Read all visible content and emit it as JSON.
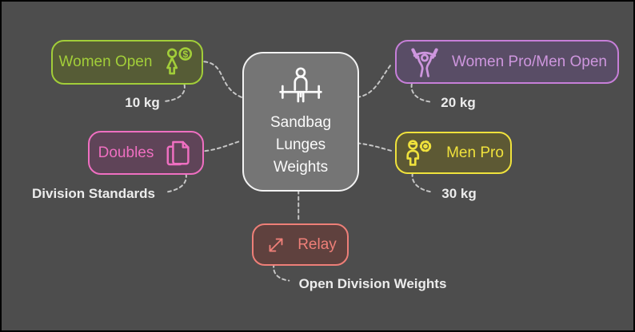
{
  "canvas": {
    "background": "#4d4d4d",
    "edge_color": "#c6c6c6",
    "edge_style": "dashed"
  },
  "center_node": {
    "label": "Sandbag Lunges Weights",
    "icon": "person-with-bar-icon",
    "fill": "#757575",
    "stroke": "#f2f2f2",
    "text_color": "#fafafa"
  },
  "branches": {
    "women_open": {
      "label": "Women Open",
      "value": "10 kg",
      "icon": "female-dollar-icon",
      "color": "#a2ce39",
      "fill": "#565c36"
    },
    "doubles": {
      "label": "Doubles",
      "value": "Division Standards",
      "icon": "copy-pages-icon",
      "color": "#ef6fc1",
      "fill": "#5f4458"
    },
    "women_pro_men_open": {
      "label": "Women Pro/Men Open",
      "value": "20 kg",
      "icon": "weightlifter-icon",
      "color": "#c77fd9",
      "fill": "#594d66"
    },
    "men_pro": {
      "label": "Men Pro",
      "value": "30 kg",
      "icon": "engineer-gear-icon",
      "color": "#f0e23c",
      "fill": "#5d5934"
    },
    "relay": {
      "label": "Relay",
      "value": "Open Division Weights",
      "icon": "expand-arrows-icon",
      "color": "#ee7f78",
      "fill": "#5f413e"
    }
  }
}
